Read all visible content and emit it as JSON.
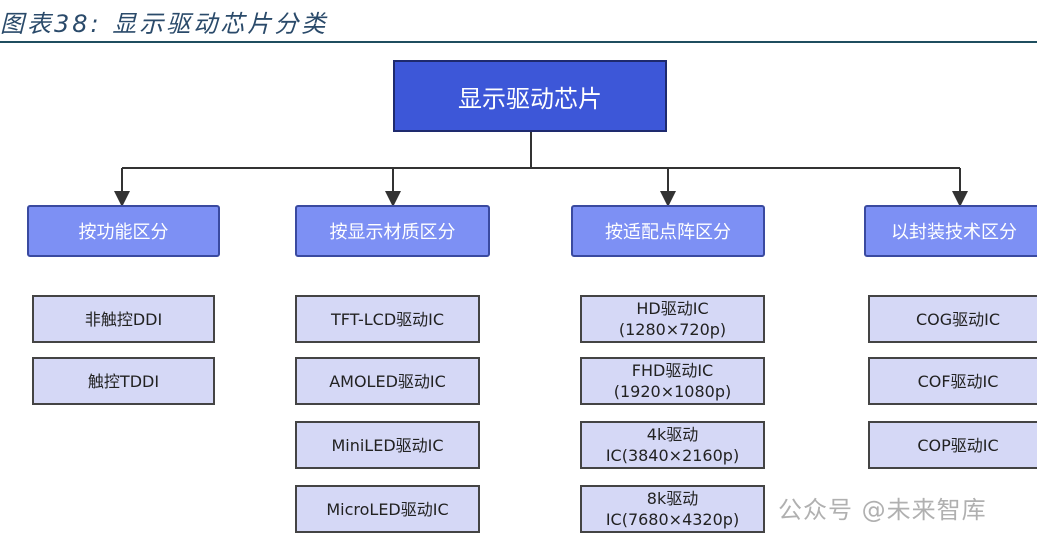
{
  "title": "图表38:  显示驱动芯片分类",
  "root": "显示驱动芯片",
  "categories": [
    {
      "label": "按功能区分",
      "items": [
        "非触控DDI",
        "触控TDDI"
      ]
    },
    {
      "label": "按显示材质区分",
      "items": [
        "TFT-LCD驱动IC",
        "AMOLED驱动IC",
        "MiniLED驱动IC",
        "MicroLED驱动IC"
      ]
    },
    {
      "label": "按适配点阵区分",
      "items": [
        "HD驱动IC\n(1280×720p)",
        "FHD驱动IC\n(1920×1080p)",
        "4k驱动\nIC(3840×2160p)",
        "8k驱动\nIC(7680×4320p)"
      ]
    },
    {
      "label": "以封装技术区分",
      "items": [
        "COG驱动IC",
        "COF驱动IC",
        "COP驱动IC"
      ]
    }
  ],
  "watermark": "公众号 @未来智库"
}
